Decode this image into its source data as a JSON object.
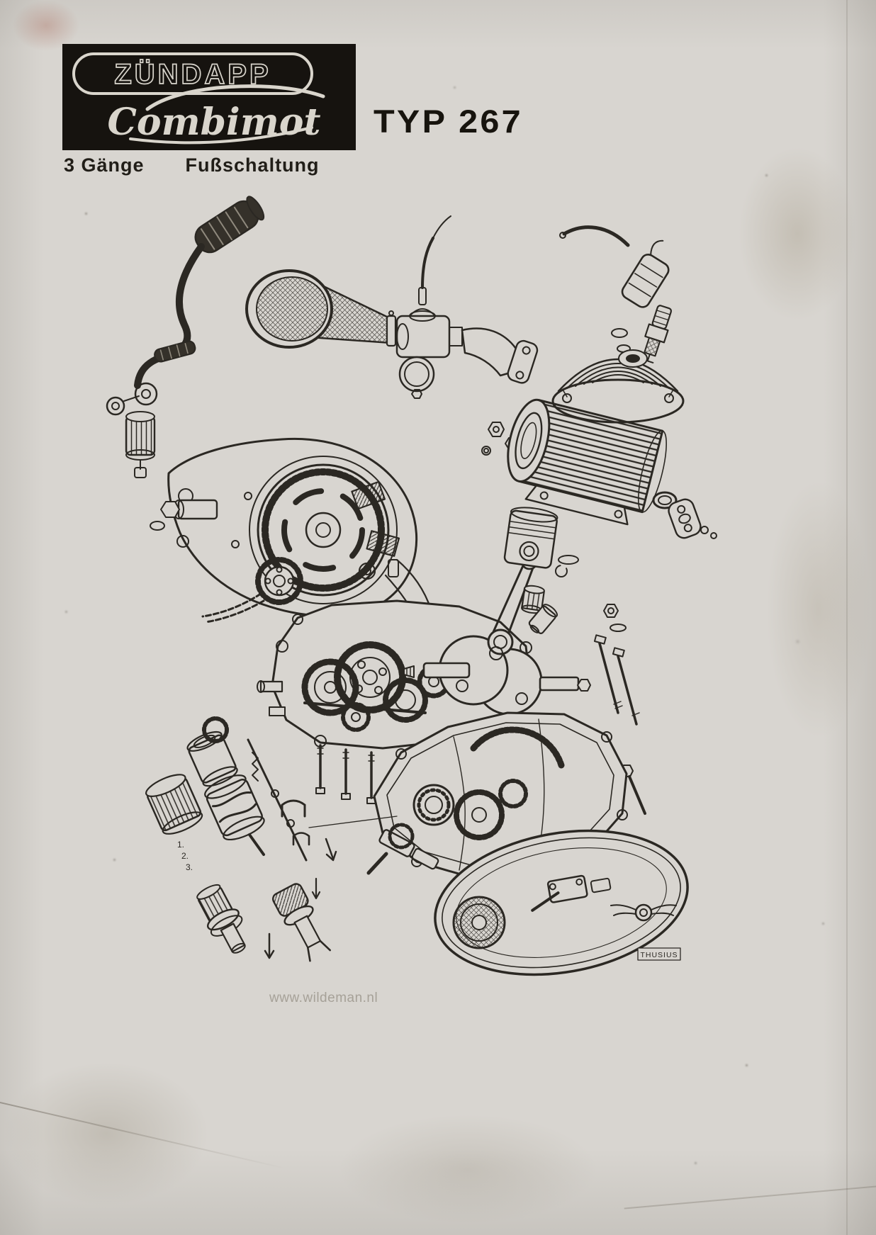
{
  "page": {
    "watermark": "www.wildeman.nl"
  },
  "header": {
    "brand": "ZÜNDAPP",
    "model_script": "Combimot",
    "type_label": "TYP 267",
    "spec_gears": "3 Gänge",
    "spec_shift": "Fußschaltung"
  },
  "diagram": {
    "signature": "THUSIUS",
    "shift_labels": [
      "1.",
      "2.",
      "3."
    ],
    "parts": [
      "kickstart-lever",
      "intake-horn",
      "carburetor",
      "intake-manifold",
      "spark-plug-cable",
      "spark-plug-cap",
      "spark-plug",
      "cylinder-head",
      "cylinder-barrel",
      "exhaust-gasket",
      "piston-assembly",
      "crankshaft-connecting-rod",
      "magneto-flywheel",
      "drive-sprocket-chain",
      "upper-crankcase",
      "lower-crankcase",
      "bearing-sleeves",
      "shift-drum",
      "selector-forks",
      "coupling-shafts",
      "engine-side-cover",
      "zundapp-wing-badge"
    ]
  },
  "colors": {
    "ink": "#2b2823",
    "paper": "#d8d5d0",
    "header_bg": "#16130f",
    "header_fg": "#d9d5cc"
  }
}
